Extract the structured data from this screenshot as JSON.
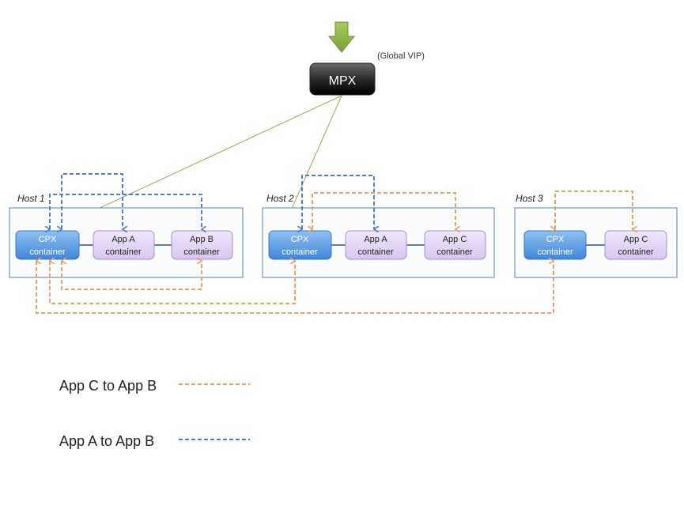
{
  "mpx": {
    "label": "MPX",
    "vip_label": "(Global VIP)"
  },
  "hosts": [
    {
      "label": "Host 1",
      "nodes": [
        {
          "line1": "CPX",
          "line2": "container",
          "kind": "cpx"
        },
        {
          "line1": "App A",
          "line2": "container",
          "kind": "app"
        },
        {
          "line1": "App B",
          "line2": "container",
          "kind": "app"
        }
      ]
    },
    {
      "label": "Host 2",
      "nodes": [
        {
          "line1": "CPX",
          "line2": "container",
          "kind": "cpx"
        },
        {
          "line1": "App A",
          "line2": "container",
          "kind": "app"
        },
        {
          "line1": "App C",
          "line2": "container",
          "kind": "app"
        }
      ]
    },
    {
      "label": "Host 3",
      "nodes": [
        {
          "line1": "CPX",
          "line2": "container",
          "kind": "cpx"
        },
        {
          "line1": "App C",
          "line2": "container",
          "kind": "app"
        }
      ]
    }
  ],
  "legend": [
    {
      "label": "App C to App B",
      "color": "#f0a060"
    },
    {
      "label": "App A to App B",
      "color": "#4a7ee0"
    }
  ],
  "colors": {
    "orange": "#f0a060",
    "blue": "#4a7ee0",
    "green": "#8fb04a",
    "host_border": "#5a7fb5",
    "cpx_fill": "#5a9be0",
    "app_fill": "#ddd0f2",
    "app_border": "#a58fd0"
  }
}
